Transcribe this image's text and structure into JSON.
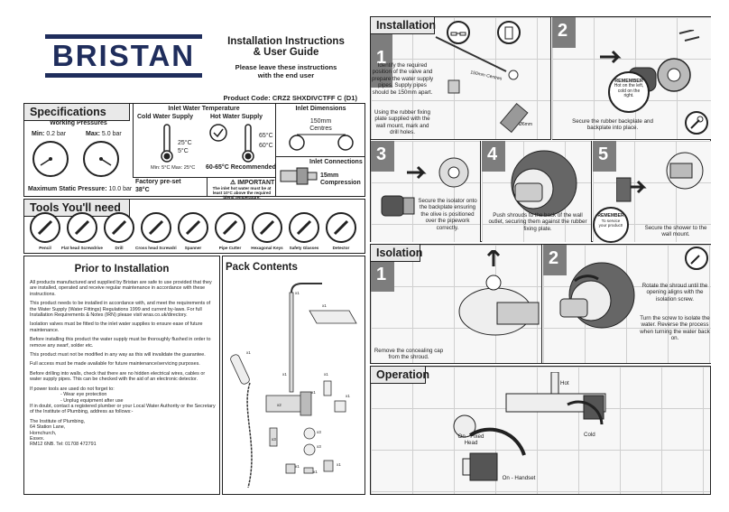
{
  "brand": "BRISTAN",
  "title_line1": "Installation Instructions",
  "title_line2": "& User Guide",
  "subtitle_line1": "Please leave these instructions",
  "subtitle_line2": "with the end user",
  "product_code": "Product Code: CRZ2 SHXDIVCTFF C (D1)",
  "specs": {
    "heading": "Specifications",
    "pressures_title": "Working Pressures",
    "min_label": "Min:",
    "min_value": "0.2 bar",
    "max_label": "Max:",
    "max_value": "5.0 bar",
    "static_label": "Maximum Static Pressure:",
    "static_value": "10.0 bar",
    "inlet_temp_title": "Inlet Water Temperature",
    "cold_title": "Cold Water Supply",
    "hot_title": "Hot Water Supply",
    "cold_high": "25°C",
    "cold_low": "5°C",
    "hot_high": "65°C",
    "hot_low": "60°C",
    "min_max_cold": "Min: 5°C  Max: 25°C",
    "hot_recommended": "60-65°C Recommended",
    "factory_preset_label": "Factory pre-set",
    "factory_preset_value": "38°C",
    "important_title": "IMPORTANT",
    "important_text": "The inlet hot water must be at least 10°C above the required blend temperature.",
    "inlet_dims_title": "Inlet Dimensions",
    "centres_value": "150mm",
    "centres_label": "Centres",
    "inlet_conn_title": "Inlet Connections",
    "inlet_conn_value": "15mm Compression"
  },
  "tools": {
    "heading": "Tools You'll need",
    "items": [
      "Pencil",
      "Flat head Screwdriver",
      "Drill",
      "Cross head Screwdriver",
      "Spanner",
      "Pipe Cutter",
      "Hexagonal Keys",
      "Safety Glasses",
      "Detector"
    ]
  },
  "prior": {
    "heading": "Prior to Installation",
    "paragraphs": [
      "All products manufactured and supplied by Bristan are safe to use provided that they are installed, operated and receive regular maintenance in accordance with these instructions.",
      "This product needs to be installed in accordance with, and meet the requirements of the Water Supply (Water Fittings) Regulations 1999 and current by-laws. For full Installation Requirements & Notes (IRN) please visit wras.co.uk/directory.",
      "Isolation valves must be fitted to the inlet water supplies to ensure ease of future maintenance.",
      "Before installing this product the water supply must be thoroughly flushed in order to remove any swarf, solder etc.",
      "This product must not be modified in any way as this will invalidate the guarantee.",
      "Full access must be made available for future maintenance/servicing purposes.",
      "Before drilling into walls, check that there are no hidden electrical wires, cables or water supply pipes. This can be checked with the aid of an electronic detector.",
      "If power tools are used do not forget to:",
      "- Wear eye protection",
      "- Unplug equipment after use",
      "If in doubt, contact a registered plumber or your Local Water Authority or the Secretary of the Institute of Plumbing, address as follows:-",
      "The Institute of Plumbing,",
      "64 Station Lane,",
      "Hornchurch,",
      "Essex.",
      "RM12 6NB. Tel: 01708 472791"
    ]
  },
  "pack": {
    "heading": "Pack Contents",
    "labels": [
      "x1",
      "x1",
      "x1",
      "x1",
      "x1",
      "x1",
      "x1",
      "x3",
      "x3",
      "x3",
      "x1",
      "x1",
      "x1",
      "x2"
    ]
  },
  "installation": {
    "heading": "Installation",
    "step1_num": "1",
    "step1_text": "Identify the required position of the valve and prepare the water supply pipes. Supply pipes should be 150mm apart.",
    "step1_text2": "Using the rubber fixing plate supplied with the wall mount, mark and drill holes.",
    "step1_dim": "150mm Centres",
    "step1_drill": "Ø6mm",
    "step2_num": "2",
    "remember_title": "REMEMBER",
    "remember_text": "Hot on the left, cold on the right.",
    "step2_text": "Secure the rubber backplate and backplate into place.",
    "step3_num": "3",
    "step3_text": "Secure the isolator onto the backplate ensuring the olive is positioned over the pipework correctly.",
    "step4_num": "4",
    "step4_text": "Push shrouds to the back of the wall outlet, securing them against the rubber fixing plate.",
    "step5_num": "5",
    "remember2_title": "REMEMBER",
    "remember2_text": "To service your product!",
    "step5_text": "Secure the shower to the wall mount."
  },
  "isolation": {
    "heading": "Isolation",
    "step1_num": "1",
    "step1_text": "Remove the concealing cap from the shroud.",
    "step2_num": "2",
    "step2_text": "Rotate the shroud until the opening aligns with the isolation screw.",
    "step2_text2": "Turn the screw to isolate the water. Reverse the process when turning the water back on."
  },
  "operation": {
    "heading": "Operation",
    "hot": "Hot",
    "cold": "Cold",
    "on_fixed": "On - Fixed Head",
    "on_handset": "On - Handset"
  },
  "colors": {
    "brand": "#1f2d5c",
    "step": "#7d7d7d"
  }
}
